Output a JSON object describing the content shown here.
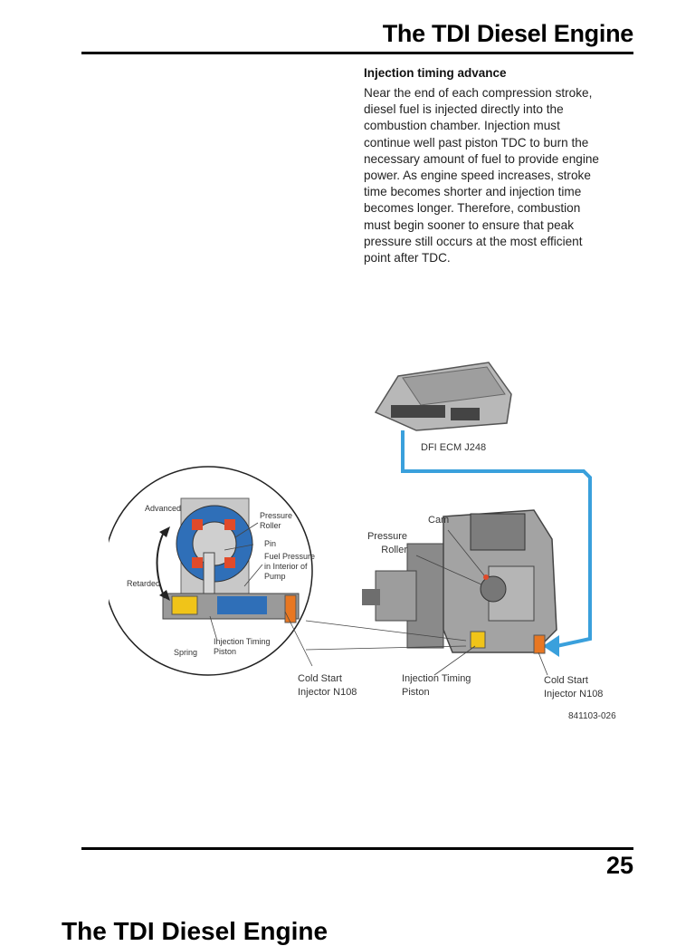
{
  "header": {
    "title": "The TDI Diesel Engine"
  },
  "section": {
    "heading": "Injection timing advance",
    "body": "Near the end of each compression stroke,\ndiesel fuel is injected directly into the\ncombustion chamber. Injection must\ncontinue well past piston TDC to burn the\nnecessary amount of fuel to provide engine\npower. As engine speed increases, stroke\ntime becomes shorter and injection time\nbecomes longer. Therefore, combustion\nmust begin sooner to ensure that peak\npressure still occurs at the most efficient\npoint after TDC."
  },
  "figure": {
    "ecm_label": "DFI ECM J248",
    "cam_label": "Cam",
    "pressure_roller_label": "Pressure\nRoller",
    "cold_start_right_label": "Cold Start\nInjector N108",
    "injection_piston_label": "Injection Timing\nPiston",
    "cold_start_left_label": "Cold Start\nInjector N108",
    "figure_number": "841103-026",
    "inset": {
      "advanced_label": "Advanced",
      "retarded_label": "Retarded",
      "pressure_roller_label": "Pressure\nRoller",
      "pin_label": "Pin",
      "fuel_pressure_label": "Fuel Pressure\nin Interior of\nPump",
      "spring_label": "Spring",
      "injection_piston_label": "Injection Timing\nPiston"
    },
    "colors": {
      "signal_line": "#3aa0dc",
      "injector": "#e87722",
      "spring": "#f0c419",
      "fuel": "#2f6fb8",
      "roller": "#e04a2a"
    }
  },
  "footer": {
    "page_number": "25"
  },
  "next_page": {
    "title_peek": "The TDI Diesel Engine"
  }
}
